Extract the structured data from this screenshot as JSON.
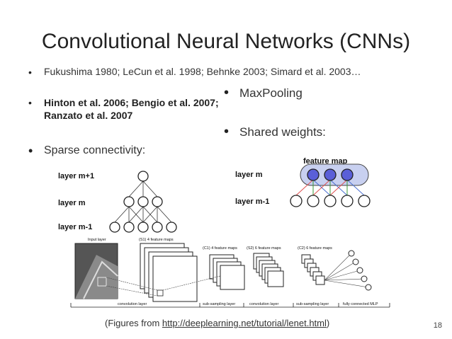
{
  "slide": {
    "title": "Convolutional Neural Networks (CNNs)",
    "bullets": {
      "b1": "Fukushima 1980; LeCun et al. 1998; Behnke 2003; Simard et al. 2003…",
      "b2": "Hinton et al. 2006;  Bengio et al. 2007; Ranzato et al. 2007",
      "b3": "Sparse connectivity:",
      "b4": "MaxPooling",
      "b5": "Shared weights:"
    },
    "bullet_symbol": "•",
    "caption_prefix": "(Figures from ",
    "caption_link": "http://deeplearning.net/tutorial/lenet.html",
    "caption_suffix": ")",
    "page_number": "18"
  },
  "fig_sparse": {
    "layer_top": "layer m+1",
    "layer_mid": "layer m",
    "layer_bot": "layer m-1"
  },
  "fig_shared": {
    "header": "feature map",
    "layer_m": "layer m",
    "layer_m1": "layer m-1",
    "edge_colors": [
      "#e05050",
      "#3a9a3a",
      "#4a6fd0"
    ]
  },
  "fig_lenet": {
    "input_label": "Input layer",
    "s1_label": "(S1) 4 feature maps",
    "c1_label": "(C1) 4 feature maps",
    "s2_label": "(S2) 6 feature maps",
    "c2_label": "(C2) 6 feature maps",
    "stage_conv1": "convolution layer",
    "stage_sub1": "sub-sampling layer",
    "stage_conv2": "convolution layer",
    "stage_sub2": "sub-sampling layer",
    "stage_mlp": "fully connected MLP"
  }
}
